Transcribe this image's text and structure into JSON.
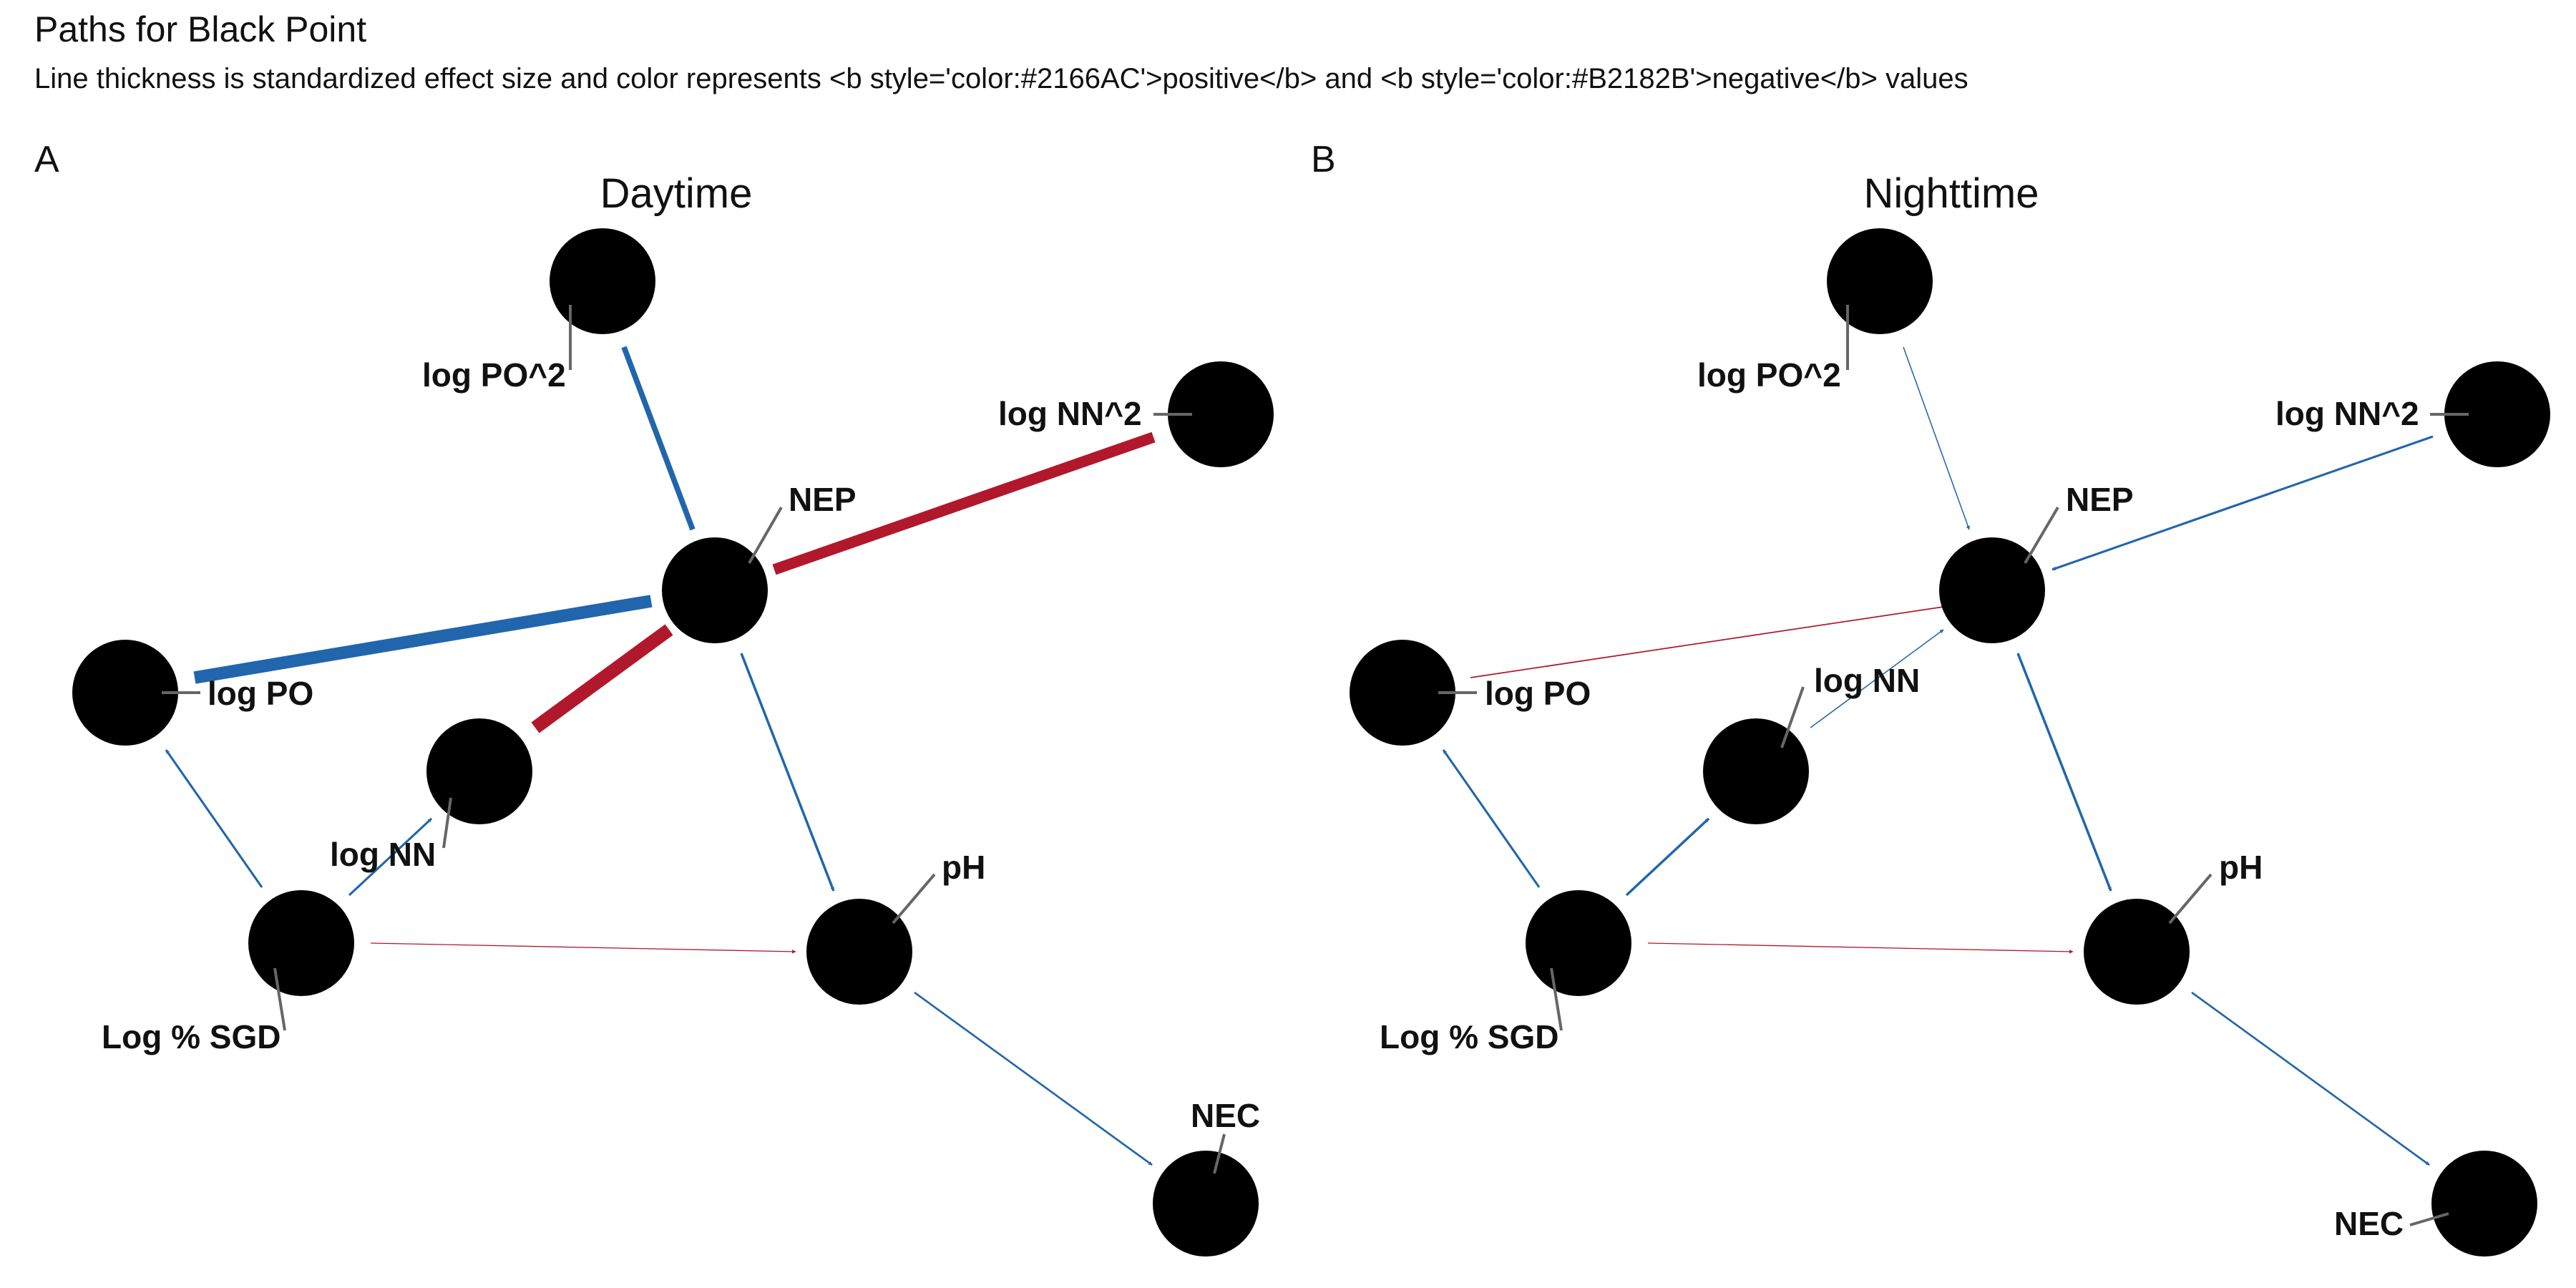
{
  "title": "Paths for Black Point",
  "subtitle": "Line thickness is standardized effect size and color represents <b style='color:#2166AC'>positive</b> and <b style='color:#B2182B'>negative</b> values",
  "colors": {
    "positive": "#2166AC",
    "negative": "#B2182B",
    "node": "#000000",
    "leader": "#666666"
  },
  "panels": [
    {
      "letter": "A",
      "title": "Daytime",
      "nodes": [
        {
          "id": "po2",
          "label": "log PO^2"
        },
        {
          "id": "nn2",
          "label": "log NN^2"
        },
        {
          "id": "nep",
          "label": "NEP"
        },
        {
          "id": "po",
          "label": "log PO"
        },
        {
          "id": "nn",
          "label": "log NN"
        },
        {
          "id": "sgd",
          "label": "Log % SGD"
        },
        {
          "id": "ph",
          "label": "pH"
        },
        {
          "id": "nec",
          "label": "NEC"
        }
      ],
      "paths": [
        {
          "from": "po2",
          "to": "nep",
          "sign": "positive",
          "weight": 3.5
        },
        {
          "from": "nn2",
          "to": "nep",
          "sign": "negative",
          "weight": 7
        },
        {
          "from": "po",
          "to": "nep",
          "sign": "positive",
          "weight": 8
        },
        {
          "from": "nn",
          "to": "nep",
          "sign": "negative",
          "weight": 8.5
        },
        {
          "from": "nep",
          "to": "ph",
          "sign": "positive",
          "weight": 1.6
        },
        {
          "from": "sgd",
          "to": "po",
          "sign": "positive",
          "weight": 1.4
        },
        {
          "from": "sgd",
          "to": "nn",
          "sign": "positive",
          "weight": 1.4
        },
        {
          "from": "sgd",
          "to": "ph",
          "sign": "negative",
          "weight": 0.6
        },
        {
          "from": "ph",
          "to": "nec",
          "sign": "positive",
          "weight": 1.2
        }
      ]
    },
    {
      "letter": "B",
      "title": "Nighttime",
      "nodes": [
        {
          "id": "po2",
          "label": "log PO^2"
        },
        {
          "id": "nn2",
          "label": "log NN^2"
        },
        {
          "id": "nep",
          "label": "NEP"
        },
        {
          "id": "po",
          "label": "log PO"
        },
        {
          "id": "nn",
          "label": "log NN"
        },
        {
          "id": "sgd",
          "label": "Log % SGD"
        },
        {
          "id": "ph",
          "label": "pH"
        },
        {
          "id": "nec",
          "label": "NEC"
        }
      ],
      "paths": [
        {
          "from": "po2",
          "to": "nep",
          "sign": "positive",
          "weight": 0.7
        },
        {
          "from": "nn2",
          "to": "nep",
          "sign": "positive",
          "weight": 1.4
        },
        {
          "from": "po",
          "to": "nep",
          "sign": "negative",
          "weight": 0.8
        },
        {
          "from": "nn",
          "to": "nep",
          "sign": "positive",
          "weight": 0.7
        },
        {
          "from": "nep",
          "to": "ph",
          "sign": "positive",
          "weight": 1.6
        },
        {
          "from": "sgd",
          "to": "po",
          "sign": "positive",
          "weight": 1.4
        },
        {
          "from": "sgd",
          "to": "nn",
          "sign": "positive",
          "weight": 1.6
        },
        {
          "from": "sgd",
          "to": "ph",
          "sign": "negative",
          "weight": 0.6
        },
        {
          "from": "ph",
          "to": "nec",
          "sign": "positive",
          "weight": 1.2
        }
      ]
    }
  ]
}
